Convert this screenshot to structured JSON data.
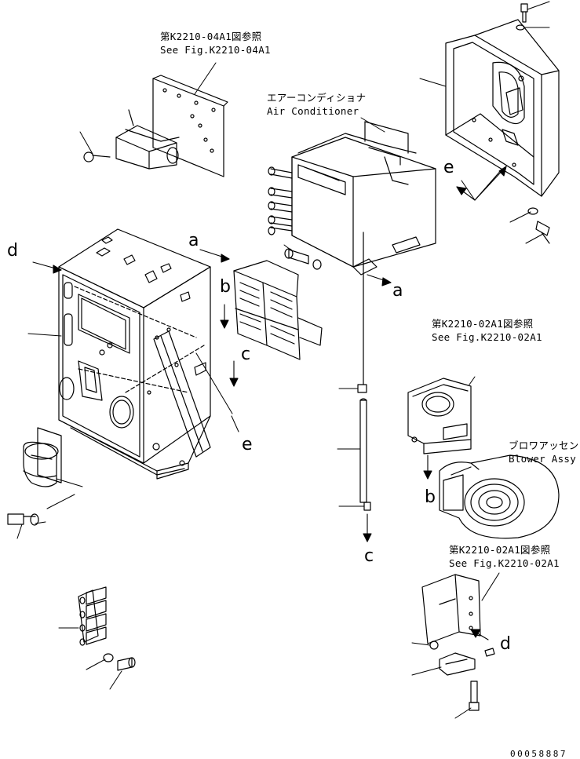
{
  "labels": {
    "ref_top_jp": "第K2210-04A1図参照",
    "ref_top_en": "See Fig.K2210-04A1",
    "aircon_jp": "エアーコンディショナ",
    "aircon_en": "Air Conditioner",
    "ref_mid_jp": "第K2210-02A1図参照",
    "ref_mid_en": "See Fig.K2210-02A1",
    "blower_jp": "ブロワアッセン",
    "blower_en": "Blower Assy",
    "ref_bot_jp": "第K2210-02A1図参照",
    "ref_bot_en": "See Fig.K2210-02A1",
    "doc_number": "00058887"
  },
  "callout_letters": {
    "a_top": "a",
    "a_right": "a",
    "b_left": "b",
    "b_right": "b",
    "c_left": "c",
    "c_bottom": "c",
    "d_left": "d",
    "d_right": "d",
    "e_mid": "e",
    "e_right": "e"
  }
}
